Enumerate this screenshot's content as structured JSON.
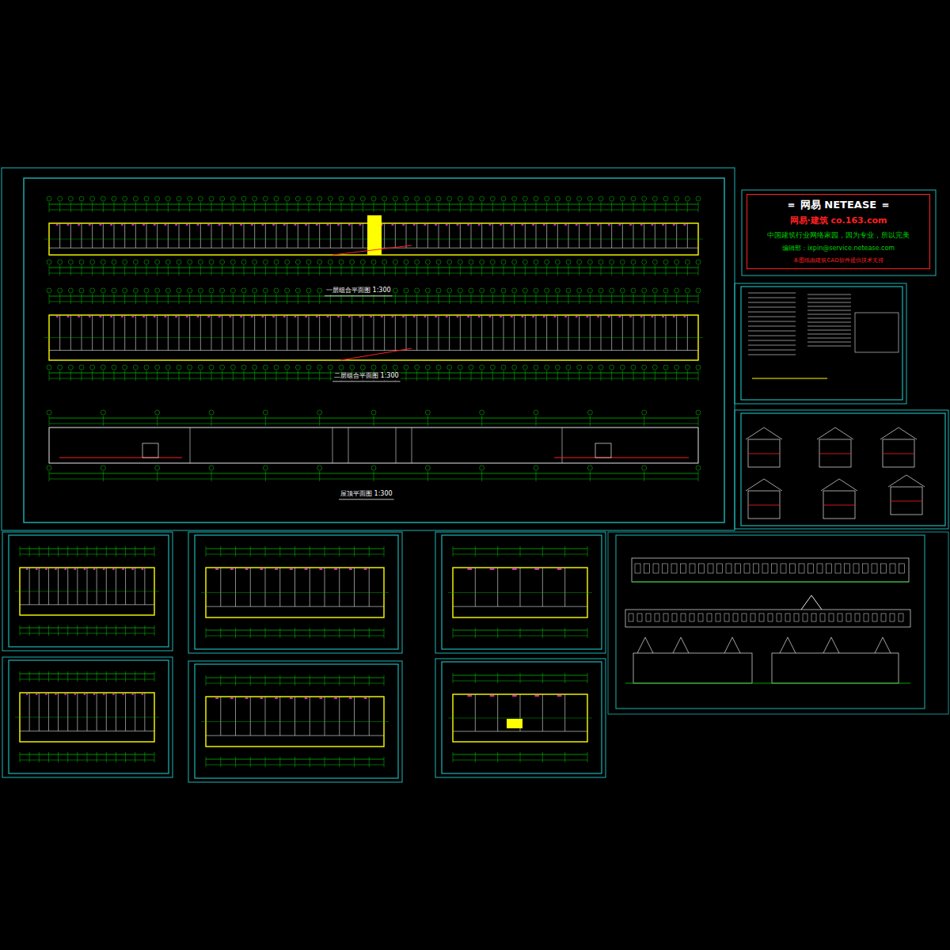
{
  "diagram": {
    "nodes": [
      {
        "text": [
          "＝ 网易 NETEASE ＝",
          "网易·建筑    co.163.com",
          "中国建筑行业网络家园，因为专业，所以完美",
          "编辑部：ixpin@service.netease.com",
          "本图纸由建筑CAD软件提供技术支持"
        ]
      }
    ],
    "labels": [
      "一层组合平面图 1:300",
      "二层组合平面图 1:300",
      "屋顶平面图 1:300"
    ]
  }
}
